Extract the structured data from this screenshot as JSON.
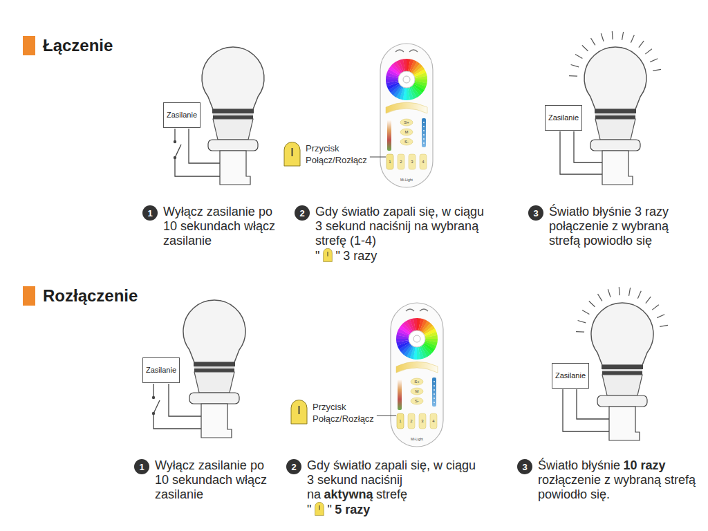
{
  "diagram": {
    "nodes": [
      {
        "text": [
          "Zasilanie"
        ]
      },
      {
        "text": [
          "Zasilanie"
        ]
      },
      {
        "text": [
          "1"
        ]
      },
      {
        "text": [
          "2"
        ]
      },
      {
        "text": [
          "3"
        ]
      },
      {
        "text": [
          "Zasilanie"
        ]
      },
      {
        "text": [
          "Zasilanie"
        ]
      },
      {
        "text": [
          "1"
        ]
      },
      {
        "text": [
          "2"
        ]
      },
      {
        "text": [
          "3"
        ]
      }
    ],
    "labels": [
      "Łączenie",
      "Przycisk Połącz/Rozłącz",
      "S+",
      "M",
      "S-",
      "1",
      "2",
      "3",
      "4",
      "Mi-Light",
      "Wyłącz zasilanie po 10 sekundach włącz zasilanie",
      "Gdy światło zapali się, w ciągu 3 sekund naciśnij na wybraną strefę (1-4)",
      "\"",
      "\"",
      "3 razy",
      "Światło błyśnie 3 razy połączenie z wybraną strefą powiodło się",
      "Rozłączenie",
      "Przycisk Połącz/Rozłącz",
      "S+",
      "M",
      "S-",
      "1",
      "2",
      "3",
      "4",
      "Mi-Light",
      "Wyłącz zasilanie po 10 sekundach włącz zasilanie",
      "Gdy światło zapali się, w ciągu 3 sekund naciśnij",
      "na",
      "aktywną",
      "strefę",
      "\"",
      "\"",
      "5 razy",
      "Światło błyśnie",
      "10 razy",
      "rozłączenie z wybraną strefą powiodło się."
    ]
  }
}
